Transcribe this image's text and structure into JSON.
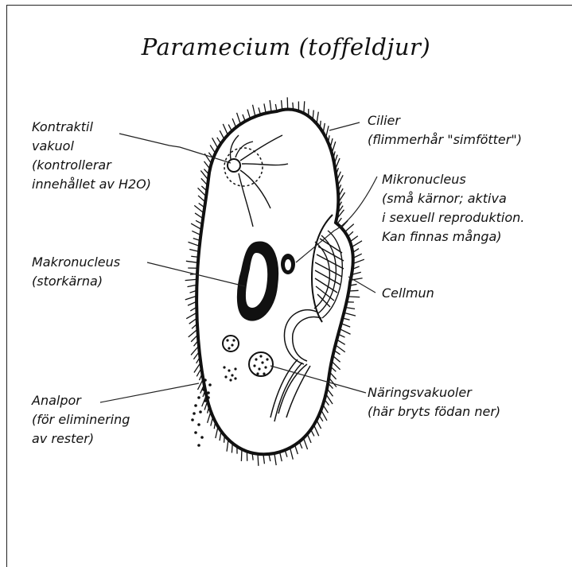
{
  "title": "Paramecium (toffeldjur)",
  "labels": {
    "kontraktil_vakuol": [
      "Kontraktil",
      "vakuol",
      "(kontrollerar",
      "innehållet av H2O)"
    ],
    "makronucleus": [
      "Makronucleus",
      "(storkärna)"
    ],
    "analpor": [
      "Analpor",
      "(för eliminering",
      "av rester)"
    ],
    "cilier": [
      "Cilier",
      "(flimmerhår \"simfötter\")"
    ],
    "mikronucleus": [
      "Mikronucleus",
      "(små kärnor; aktiva",
      "i sexuell reproduktion.",
      "Kan finnas många)"
    ],
    "cellmun": [
      "Cellmun"
    ],
    "naringsvakuoler": [
      "Näringsvakuoler",
      "(här bryts födan ner)"
    ]
  }
}
